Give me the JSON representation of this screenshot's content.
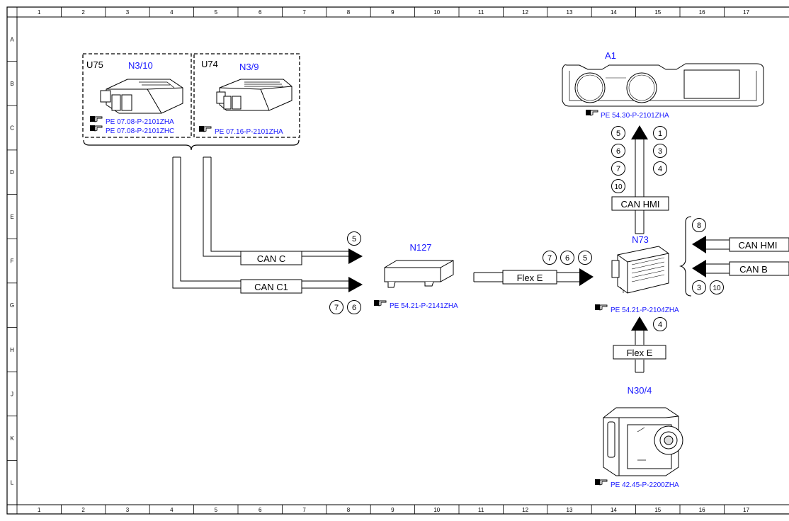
{
  "frame": {
    "columns": [
      "1",
      "2",
      "3",
      "4",
      "5",
      "6",
      "7",
      "8",
      "9",
      "10",
      "11",
      "12",
      "13",
      "14",
      "15",
      "16",
      "17"
    ],
    "rows": [
      "A",
      "B",
      "C",
      "D",
      "E",
      "F",
      "G",
      "H",
      "J",
      "K",
      "L"
    ]
  },
  "components": {
    "u75": {
      "code": "U75",
      "name": "N3/10",
      "refs": [
        "PE 07.08-P-2101ZHA",
        "PE 07.08-P-2101ZHC"
      ]
    },
    "u74": {
      "code": "U74",
      "name": "N3/9",
      "refs": [
        "PE 07.16-P-2101ZHA"
      ]
    },
    "a1": {
      "name": "A1",
      "ref": "PE 54.30-P-2101ZHA"
    },
    "n127": {
      "name": "N127",
      "ref": "PE 54.21-P-2141ZHA"
    },
    "n73": {
      "name": "N73",
      "ref": "PE 54.21-P-2104ZHA"
    },
    "n30_4": {
      "name": "N30/4",
      "ref": "PE 42.45-P-2200ZHA"
    }
  },
  "buses": {
    "can_c": "CAN C",
    "can_c1": "CAN C1",
    "flex_e_main": "Flex E",
    "can_hmi_up": "CAN HMI",
    "can_hmi_right": "CAN HMI",
    "can_b": "CAN B",
    "flex_e_bottom": "Flex E"
  },
  "markers": {
    "can_c": [
      "5"
    ],
    "can_c1": [
      "7",
      "6"
    ],
    "flex_e_main": [
      "7",
      "6",
      "5"
    ],
    "a1_left": [
      "5",
      "6",
      "7",
      "10"
    ],
    "a1_right": [
      "1",
      "3",
      "4"
    ],
    "n73_right_top": [
      "8"
    ],
    "n73_right_bottom": [
      "3",
      "10"
    ],
    "n30_4": [
      "4"
    ]
  },
  "colors": {
    "label_blue": "#1a1aff",
    "line": "#000000"
  }
}
